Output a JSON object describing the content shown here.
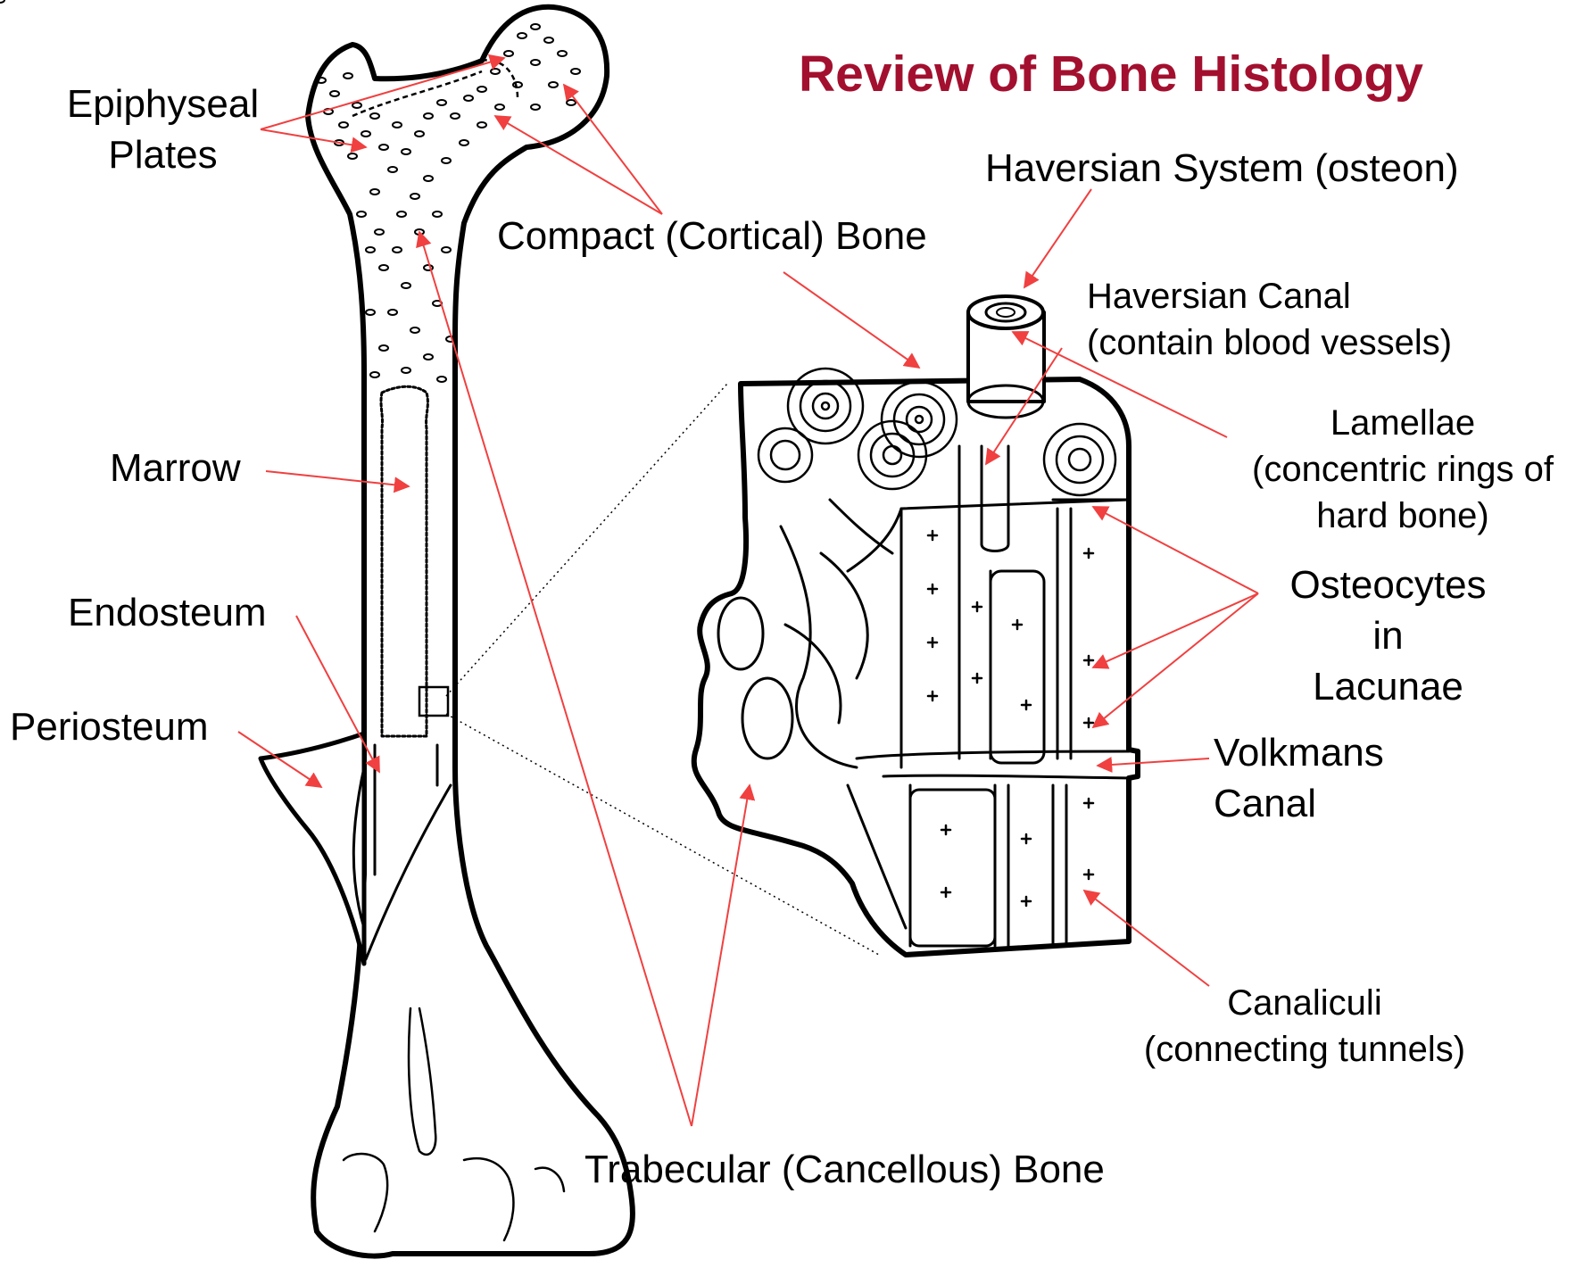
{
  "title": "Review of Bone Histology",
  "labels": {
    "epiphyseal": [
      "Epiphyseal",
      "Plates"
    ],
    "compact": "Compact (Cortical) Bone",
    "haversian_system": "Haversian System (osteon)",
    "haversian_canal": [
      "Haversian Canal",
      "(contain blood vessels)"
    ],
    "lamellae": [
      "Lamellae",
      "(concentric rings of",
      "hard bone)"
    ],
    "marrow": "Marrow",
    "osteocytes": [
      "Osteocytes",
      "in",
      "Lacunae"
    ],
    "endosteum": "Endosteum",
    "periosteum": "Periosteum",
    "volkmans": [
      "Volkmans",
      "Canal"
    ],
    "canaliculi": [
      "Canaliculi",
      "(connecting tunnels)"
    ],
    "trabecular": "Trabecular (Cancellous) Bone"
  },
  "colors": {
    "title": "#a3102f",
    "arrow": "#f04040",
    "line": "#000000"
  }
}
